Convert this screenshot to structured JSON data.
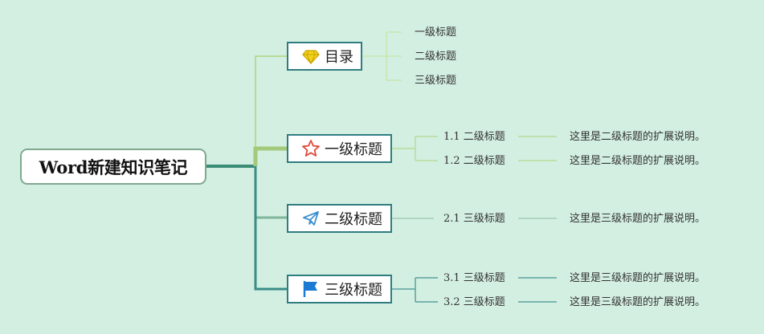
{
  "root": {
    "label": "Word新建知识笔记"
  },
  "branches": [
    {
      "label": "目录",
      "icon": "gem-icon",
      "color": "#b7dc98",
      "children": [
        {
          "label": "一级标题"
        },
        {
          "label": "二级标题"
        },
        {
          "label": "三级标题"
        }
      ]
    },
    {
      "label": "一级标题",
      "icon": "star-icon",
      "color": "#a4c97b",
      "children": [
        {
          "label": "1.1 二级标题",
          "desc": "这里是二级标题的扩展说明。"
        },
        {
          "label": "1.2 二级标题",
          "desc": "这里是二级标题的扩展说明。"
        }
      ]
    },
    {
      "label": "二级标题",
      "icon": "paper-plane-icon",
      "color": "#7fb69a",
      "children": [
        {
          "label": "2.1 三级标题",
          "desc": "这里是三级标题的扩展说明。"
        }
      ]
    },
    {
      "label": "三级标题",
      "icon": "flag-icon",
      "color": "#3b8c88",
      "children": [
        {
          "label": "3.1 三级标题",
          "desc": "这里是三级标题的扩展说明。"
        },
        {
          "label": "3.2 三级标题",
          "desc": "这里是三级标题的扩展说明。"
        }
      ]
    }
  ],
  "colors": {
    "background": "#d3efe1",
    "node_border": "#2f7d80",
    "root_border": "#7fa98f",
    "gem": "#f2d21c",
    "star": "#e04a3a",
    "plane": "#3a8fd0",
    "flag": "#1a7ad4"
  }
}
